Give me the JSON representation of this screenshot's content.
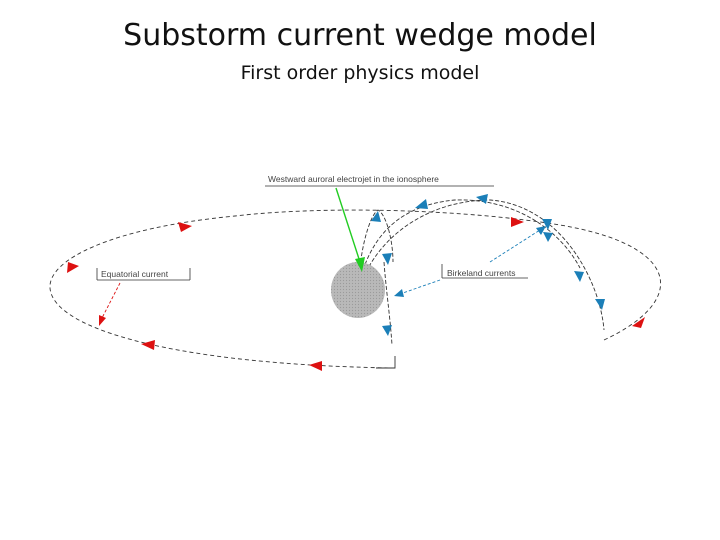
{
  "slide": {
    "title": "Substorm current wedge model",
    "subtitle": "First order physics model"
  },
  "diagram": {
    "labels": {
      "electrojet": "Westward auroral electrojet in the ionosphere",
      "equatorial": "Equatorial current",
      "birkeland": "Birkeland currents"
    },
    "colors": {
      "equatorial_current": "#dd1111",
      "birkeland_current": "#1b7fb8",
      "electrojet_pointer": "#22cc22",
      "earth": "#b5b5b5",
      "field_lines": "#222222"
    }
  }
}
